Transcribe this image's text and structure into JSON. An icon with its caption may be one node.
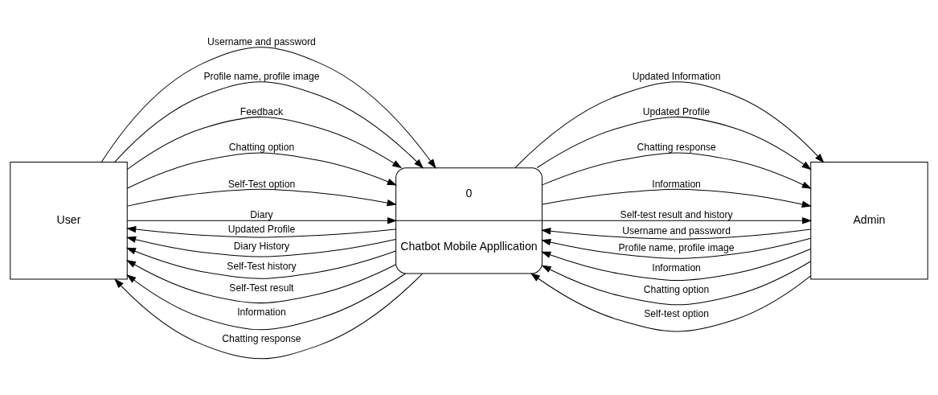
{
  "diagram": {
    "nodes": [
      {
        "text": [
          "User"
        ]
      },
      {
        "text": [
          "0",
          "Chatbot Mobile Appllication"
        ]
      },
      {
        "text": [
          "Admin"
        ]
      }
    ],
    "edges": [
      {
        "from": 0,
        "to": 1,
        "arrow": "to",
        "label": "Username and password"
      },
      {
        "from": 0,
        "to": 1,
        "arrow": "to",
        "label": "Profile name, profile image"
      },
      {
        "from": 0,
        "to": 1,
        "arrow": "to",
        "label": "Feedback"
      },
      {
        "from": 0,
        "to": 1,
        "arrow": "to",
        "label": "Chatting option"
      },
      {
        "from": 0,
        "to": 1,
        "arrow": "to",
        "label": "Self-Test option"
      },
      {
        "from": 0,
        "to": 1,
        "arrow": "to",
        "label": "Diary"
      },
      {
        "from": 1,
        "to": 0,
        "arrow": "to",
        "label": "Updated Profile"
      },
      {
        "from": 1,
        "to": 0,
        "arrow": "to",
        "label": "Diary History"
      },
      {
        "from": 1,
        "to": 0,
        "arrow": "to",
        "label": "Self-Test history"
      },
      {
        "from": 1,
        "to": 0,
        "arrow": "to",
        "label": "Self-Test result"
      },
      {
        "from": 1,
        "to": 0,
        "arrow": "to",
        "label": "Information"
      },
      {
        "from": 1,
        "to": 0,
        "arrow": "to",
        "label": "Chatting response"
      },
      {
        "from": 2,
        "to": 1,
        "arrow": "to",
        "label": "Username and password"
      },
      {
        "from": 2,
        "to": 1,
        "arrow": "to",
        "label": "Profile name, profile image"
      },
      {
        "from": 2,
        "to": 1,
        "arrow": "to",
        "label": "Information"
      },
      {
        "from": 2,
        "to": 1,
        "arrow": "to",
        "label": "Chatting option"
      },
      {
        "from": 2,
        "to": 1,
        "arrow": "to",
        "label": "Self-test option"
      },
      {
        "from": 1,
        "to": 2,
        "arrow": "to",
        "label": "Updated Information"
      },
      {
        "from": 1,
        "to": 2,
        "arrow": "to",
        "label": "Updated Profile"
      },
      {
        "from": 1,
        "to": 2,
        "arrow": "to",
        "label": "Chatting response"
      },
      {
        "from": 1,
        "to": 2,
        "arrow": "to",
        "label": "Information"
      },
      {
        "from": 1,
        "to": 2,
        "arrow": "to",
        "label": "Self-test result and history"
      }
    ]
  }
}
